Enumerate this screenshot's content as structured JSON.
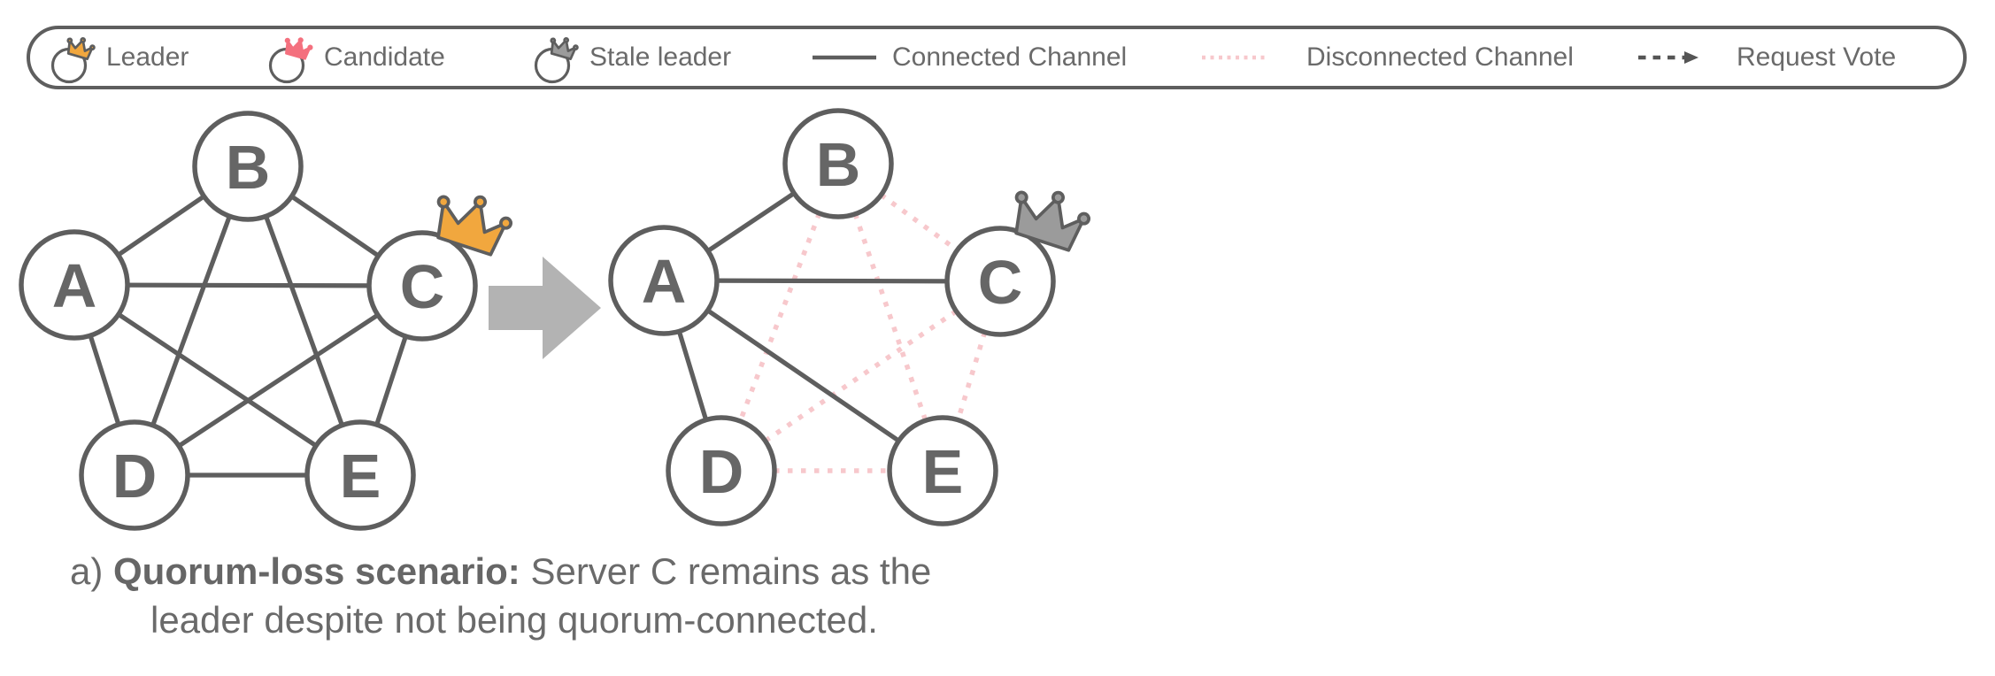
{
  "legend": {
    "items": [
      {
        "icon": "leader-crown-icon",
        "label": "Leader"
      },
      {
        "icon": "candidate-crown-icon",
        "label": "Candidate"
      },
      {
        "icon": "stale-leader-crown-icon",
        "label": "Stale leader"
      },
      {
        "icon": "connected-line-icon",
        "label": "Connected Channel"
      },
      {
        "icon": "disconnected-line-icon",
        "label": "Disconnected Channel"
      },
      {
        "icon": "request-vote-arrow-icon",
        "label": "Request Vote"
      }
    ]
  },
  "colors": {
    "stroke_gray": "#5E5E5E",
    "text_gray": "#6A6A6A",
    "leader_crown_gold": "#F1A73E",
    "candidate_crown_pink": "#F4707E",
    "stale_crown_gray": "#9B9B9B",
    "disconnected_pink": "#F7C8CC",
    "transition_arrow_gray": "#B3B3B3"
  },
  "graphs": {
    "left": {
      "description": "fully connected cluster before partition",
      "nodes": [
        {
          "label": "A"
        },
        {
          "label": "B"
        },
        {
          "label": "C",
          "role": "leader",
          "crown": "gold"
        },
        {
          "label": "D"
        },
        {
          "label": "E"
        }
      ],
      "edges": [
        {
          "from": "A",
          "to": "B",
          "state": "connected"
        },
        {
          "from": "A",
          "to": "C",
          "state": "connected"
        },
        {
          "from": "A",
          "to": "D",
          "state": "connected"
        },
        {
          "from": "A",
          "to": "E",
          "state": "connected"
        },
        {
          "from": "B",
          "to": "C",
          "state": "connected"
        },
        {
          "from": "B",
          "to": "D",
          "state": "connected"
        },
        {
          "from": "B",
          "to": "E",
          "state": "connected"
        },
        {
          "from": "C",
          "to": "D",
          "state": "connected"
        },
        {
          "from": "C",
          "to": "E",
          "state": "connected"
        },
        {
          "from": "D",
          "to": "E",
          "state": "connected"
        }
      ]
    },
    "right": {
      "description": "partitioned cluster, C keeps stale leadership",
      "nodes": [
        {
          "label": "A"
        },
        {
          "label": "B"
        },
        {
          "label": "C",
          "role": "stale-leader",
          "crown": "gray"
        },
        {
          "label": "D"
        },
        {
          "label": "E"
        }
      ],
      "edges": [
        {
          "from": "A",
          "to": "B",
          "state": "connected"
        },
        {
          "from": "A",
          "to": "C",
          "state": "connected"
        },
        {
          "from": "A",
          "to": "D",
          "state": "connected"
        },
        {
          "from": "A",
          "to": "E",
          "state": "connected"
        },
        {
          "from": "B",
          "to": "C",
          "state": "disconnected"
        },
        {
          "from": "B",
          "to": "D",
          "state": "disconnected"
        },
        {
          "from": "B",
          "to": "E",
          "state": "disconnected"
        },
        {
          "from": "C",
          "to": "D",
          "state": "disconnected"
        },
        {
          "from": "C",
          "to": "E",
          "state": "disconnected"
        },
        {
          "from": "D",
          "to": "E",
          "state": "disconnected"
        }
      ]
    }
  },
  "caption": {
    "index": "a) ",
    "heading": "Quorum-loss scenario: ",
    "line1_rest": "Server C remains as the",
    "line2": "leader despite not being quorum-connected."
  }
}
